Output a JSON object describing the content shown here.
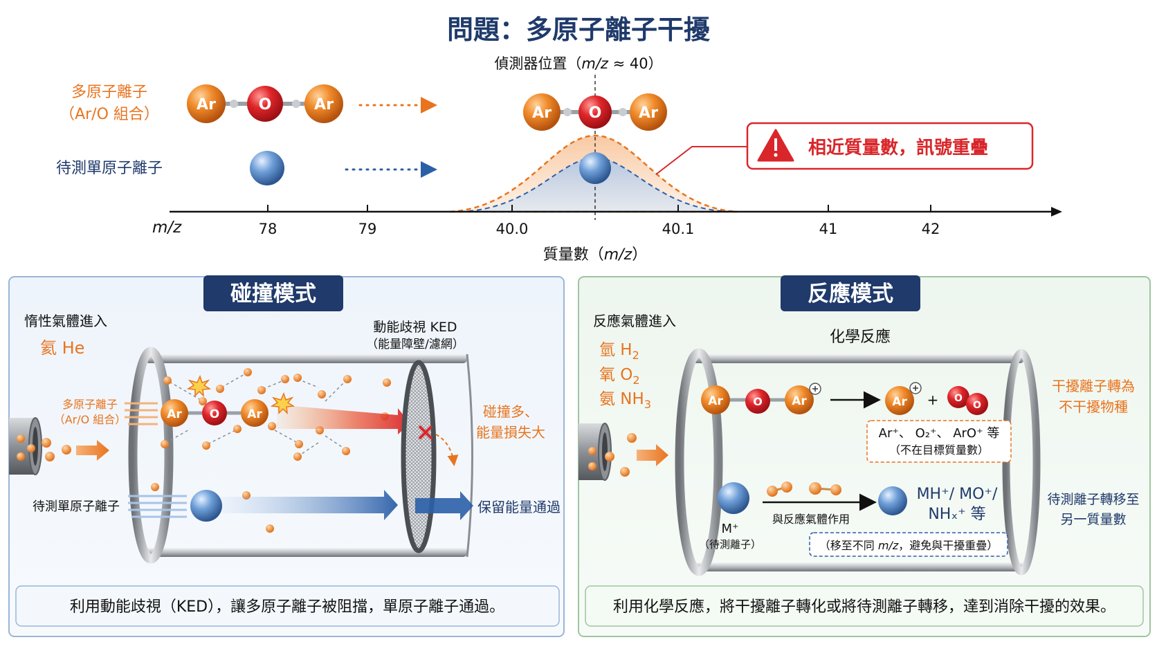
{
  "title": "問題：多原子離子干擾",
  "top": {
    "detector_label": "偵測器位置（",
    "detector_mz": "m/z",
    "detector_value": " ≈ 40）",
    "poly_label_1": "多原子離子",
    "poly_label_2": "（Ar/O 組合）",
    "mono_label": "待測單原子離子",
    "atom_ar": "Ar",
    "atom_o": "O",
    "warning_text": "相近質量數，訊號重疊",
    "axis_mz": "m/z",
    "ticks": [
      "78",
      "79",
      "40.0",
      "40.1",
      "41",
      "42"
    ],
    "axis_title_1": "質量數（",
    "axis_title_mz": "m/z",
    "axis_title_2": "）"
  },
  "collision": {
    "title": "碰撞模式",
    "gas_in": "惰性氣體進入",
    "gas_name": "氦 He",
    "ked_1": "動能歧視 KED",
    "ked_2": "（能量障壁/濾網）",
    "poly_1": "多原子離子",
    "poly_2": "（Ar/O 組合）",
    "collide_1": "碰撞多、",
    "collide_2": "能量損失大",
    "mono": "待測單原子離子",
    "pass": "保留能量通過",
    "summary": "利用動能歧視（KED），讓多原子離子被阻擋，單原子離子通過。"
  },
  "reaction": {
    "title": "反應模式",
    "gas_in": "反應氣體進入",
    "gas_h2": "氫 H",
    "gas_o2": "氧 O",
    "gas_nh3": "氨 NH",
    "chem": "化學反應",
    "interf_1": "干擾離子轉為",
    "interf_2": "不干擾物種",
    "products": "Ar⁺、 O₂⁺、 ArO⁺ 等",
    "products_note": "（不在目標質量數）",
    "mplus": "M⁺",
    "mplus_note": "（待測離子）",
    "react_with": "與反應氣體作用",
    "mh_1": "MH⁺/ MO⁺/",
    "mh_2": "NHₓ⁺ 等",
    "shift_1": "（移至不同 ",
    "shift_mz": "m/z",
    "shift_2": "，避免與干擾重疊）",
    "analyte_1": "待測離子轉移至",
    "analyte_2": "另一質量數",
    "summary": "利用化學反應，將干擾離子轉化或將待測離子轉移，達到消除干擾的效果。"
  },
  "colors": {
    "navy": "#1f3a6b",
    "orange": "#e8741e",
    "red": "#d9262a",
    "blue": "#2b5fa8"
  }
}
